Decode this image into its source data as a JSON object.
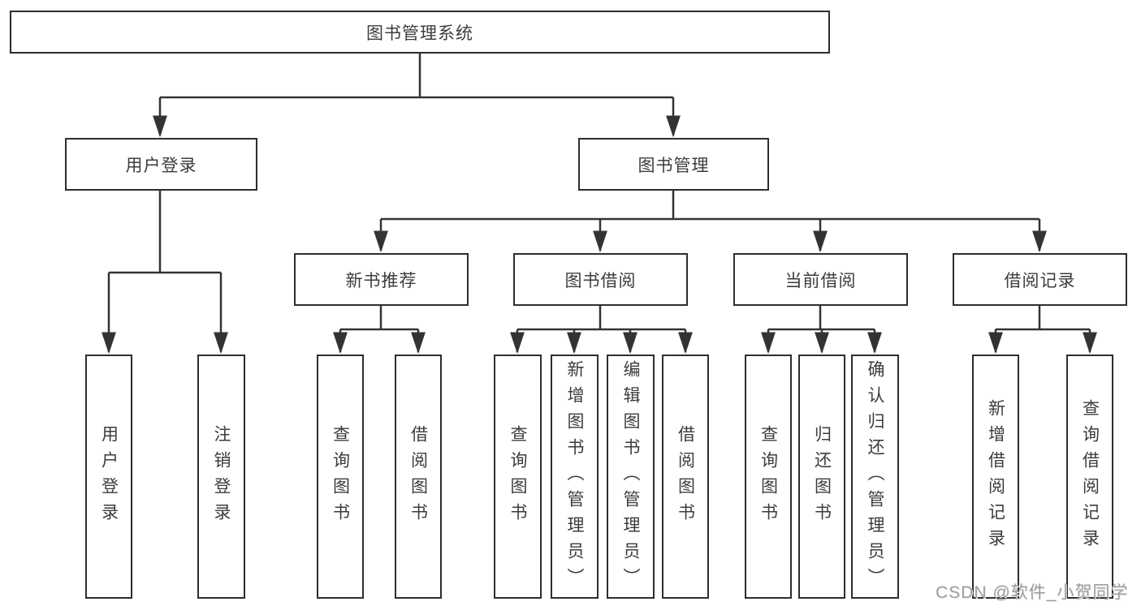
{
  "diagram": {
    "root": {
      "label": "图书管理系统"
    },
    "level2": {
      "user_login": {
        "label": "用户登录"
      },
      "book_management": {
        "label": "图书管理"
      }
    },
    "level3": {
      "new_book_recommend": {
        "label": "新书推荐"
      },
      "book_borrowing": {
        "label": "图书借阅"
      },
      "current_borrowing": {
        "label": "当前借阅"
      },
      "borrowing_records": {
        "label": "借阅记录"
      }
    },
    "leaves": {
      "user_login": {
        "label": "用户登录"
      },
      "logout": {
        "label": "注销登录"
      },
      "recommend_query_books": {
        "label": "查询图书"
      },
      "recommend_borrow_books": {
        "label": "借阅图书"
      },
      "borrowing_query_books": {
        "label": "查询图书"
      },
      "borrowing_add_books": {
        "label": "新增图书（管理员）"
      },
      "borrowing_edit_books": {
        "label": "编辑图书（管理员）"
      },
      "borrowing_borrow_books": {
        "label": "借阅图书"
      },
      "current_query_books": {
        "label": "查询图书"
      },
      "current_return_books": {
        "label": "归还图书"
      },
      "current_confirm_return": {
        "label": "确认归还（管理员）"
      },
      "records_add_record": {
        "label": "新增借阅记录"
      },
      "records_query_record": {
        "label": "查询借阅记录"
      }
    }
  },
  "watermark": {
    "text": "CSDN @软件_小贺同学"
  },
  "colors": {
    "line": "#333333",
    "box_border": "#2e2e2e",
    "text": "#3c3c3c",
    "watermark": "#9e9e9e",
    "background": "#ffffff"
  }
}
